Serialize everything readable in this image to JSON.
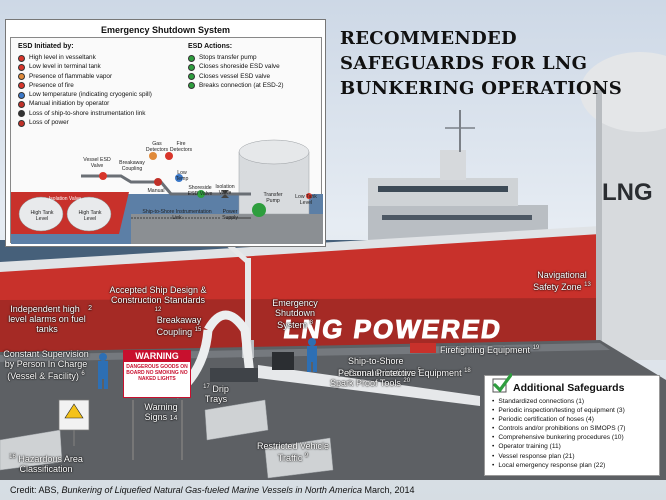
{
  "title_lines": [
    "RECOMMENDED",
    "SAFEGUARDS FOR LNG",
    "BUNKERING OPERATIONS"
  ],
  "esd": {
    "title": "Emergency Shutdown System",
    "initiated_by_heading": "ESD Initiated by:",
    "actions_heading": "ESD Actions:",
    "initiators": [
      {
        "label": "High level in vesseltank",
        "color": "#d8352a"
      },
      {
        "label": "Low level in terminal tank",
        "color": "#d8352a"
      },
      {
        "label": "Presence of flammable vapor",
        "color": "#e08a3a"
      },
      {
        "label": "Presence of fire",
        "color": "#d8352a"
      },
      {
        "label": "Low temperature (indicating cryogenic spill)",
        "color": "#3a78c8"
      },
      {
        "label": "Manual initiation by operator",
        "color": "#c03028"
      },
      {
        "label": "Loss of ship-to-shore instrumentation link",
        "color": "#333333"
      },
      {
        "label": "Loss of power",
        "color": "#c03028"
      }
    ],
    "actions": [
      {
        "label": "Stops transfer pump",
        "color": "#2e9e3e"
      },
      {
        "label": "Closes shoreside ESD valve",
        "color": "#2e9e3e"
      },
      {
        "label": "Closes vessel ESD valve",
        "color": "#2e9e3e"
      },
      {
        "label": "Breaks connection (at ESD-2)",
        "color": "#2e9e3e"
      }
    ],
    "diagram": {
      "gas_detectors": "Gas Detectors",
      "fire_detectors": "Fire Detectors",
      "vessel_esd_valve": "Vessel ESD Valve",
      "breakaway_coupling": "Breakaway Coupling",
      "manual": "Manual",
      "low_temp": "Low Temp",
      "shoreside_esd_valve": "Shoreside ESD Valve",
      "isolation_valve_shore": "Isolation Valve",
      "isolation_valve_ship": "Isolation Valve",
      "transfer_pump": "Transfer Pump",
      "low_tank_level": "Low Tank Level",
      "high_tank_level_1": "High Tank Level",
      "high_tank_level_2": "High Tank Level",
      "instrumentation_link": "Ship-to-Shore Instrumentation Link",
      "power_supply": "Power Supply"
    }
  },
  "ship_name": "LNG POWERED",
  "tank_text": "LNG",
  "warning_sign": {
    "heading": "WARNING",
    "body": "DANGEROUS GOODS ON BOARD NO SMOKING NO NAKED LIGHTS",
    "colors": {
      "heading_bg": "#c8102e"
    }
  },
  "labels": {
    "independent_alarms": "Independent high level alarms on fuel tanks",
    "accepted_design": "Accepted Ship Design & Construction Standards",
    "accepted_design_num": "12",
    "navigational_zone": "Navigational Safety Zone",
    "navigational_zone_num": "13",
    "breakaway_coupling": "Breakaway Coupling",
    "breakaway_coupling_num": "15",
    "esd_system": "Emergency Shutdown System",
    "esd_system_num": "8",
    "constant_supervision": "Constant Supervision by Person In Charge (Vessel & Facility)",
    "constant_supervision_num": "6",
    "firefighting": "Firefighting Equipment",
    "firefighting_num": "19",
    "ship_to_shore": "Ship-to-Shore Communications",
    "ship_to_shore_num": "5",
    "ppe": "Personal Protective Equipment",
    "ppe_num": "18",
    "spark_proof": "Spark Proof Tools",
    "spark_proof_num": "20",
    "warning_signs": "Warning Signs",
    "warning_signs_num": "14",
    "drip_trays": "Drip Trays",
    "drip_trays_num": "17",
    "restricted_traffic": "Restricted Vehicle Traffic",
    "restricted_traffic_num": "9",
    "hazardous_area": "Hazardous Area Classification",
    "hazardous_area_num": "16",
    "independent_alarms_num": "2"
  },
  "safeguards": {
    "title": "Additional Safeguards",
    "items": [
      "Standardized connections (1)",
      "Periodic inspection/testing of equipment (3)",
      "Periodic certification of hoses (4)",
      "Controls and/or prohibitions on SIMOPS (7)",
      "Comprehensive bunkering procedures (10)",
      "Operator training (11)",
      "Vessel response plan (21)",
      "Local emergency response plan (22)"
    ],
    "check_color": "#2f9e3f"
  },
  "credit": {
    "prefix": "Credit: ABS, ",
    "work": "Bunkering of Liquefied Natural Gas-fueled Marine Vessels in North America",
    "suffix": " March, 2014"
  },
  "colors": {
    "hull": "#c8312b",
    "hull_dark": "#9e2420",
    "superstructure": "#cfd3d6",
    "pier": "#5d6064"
  }
}
